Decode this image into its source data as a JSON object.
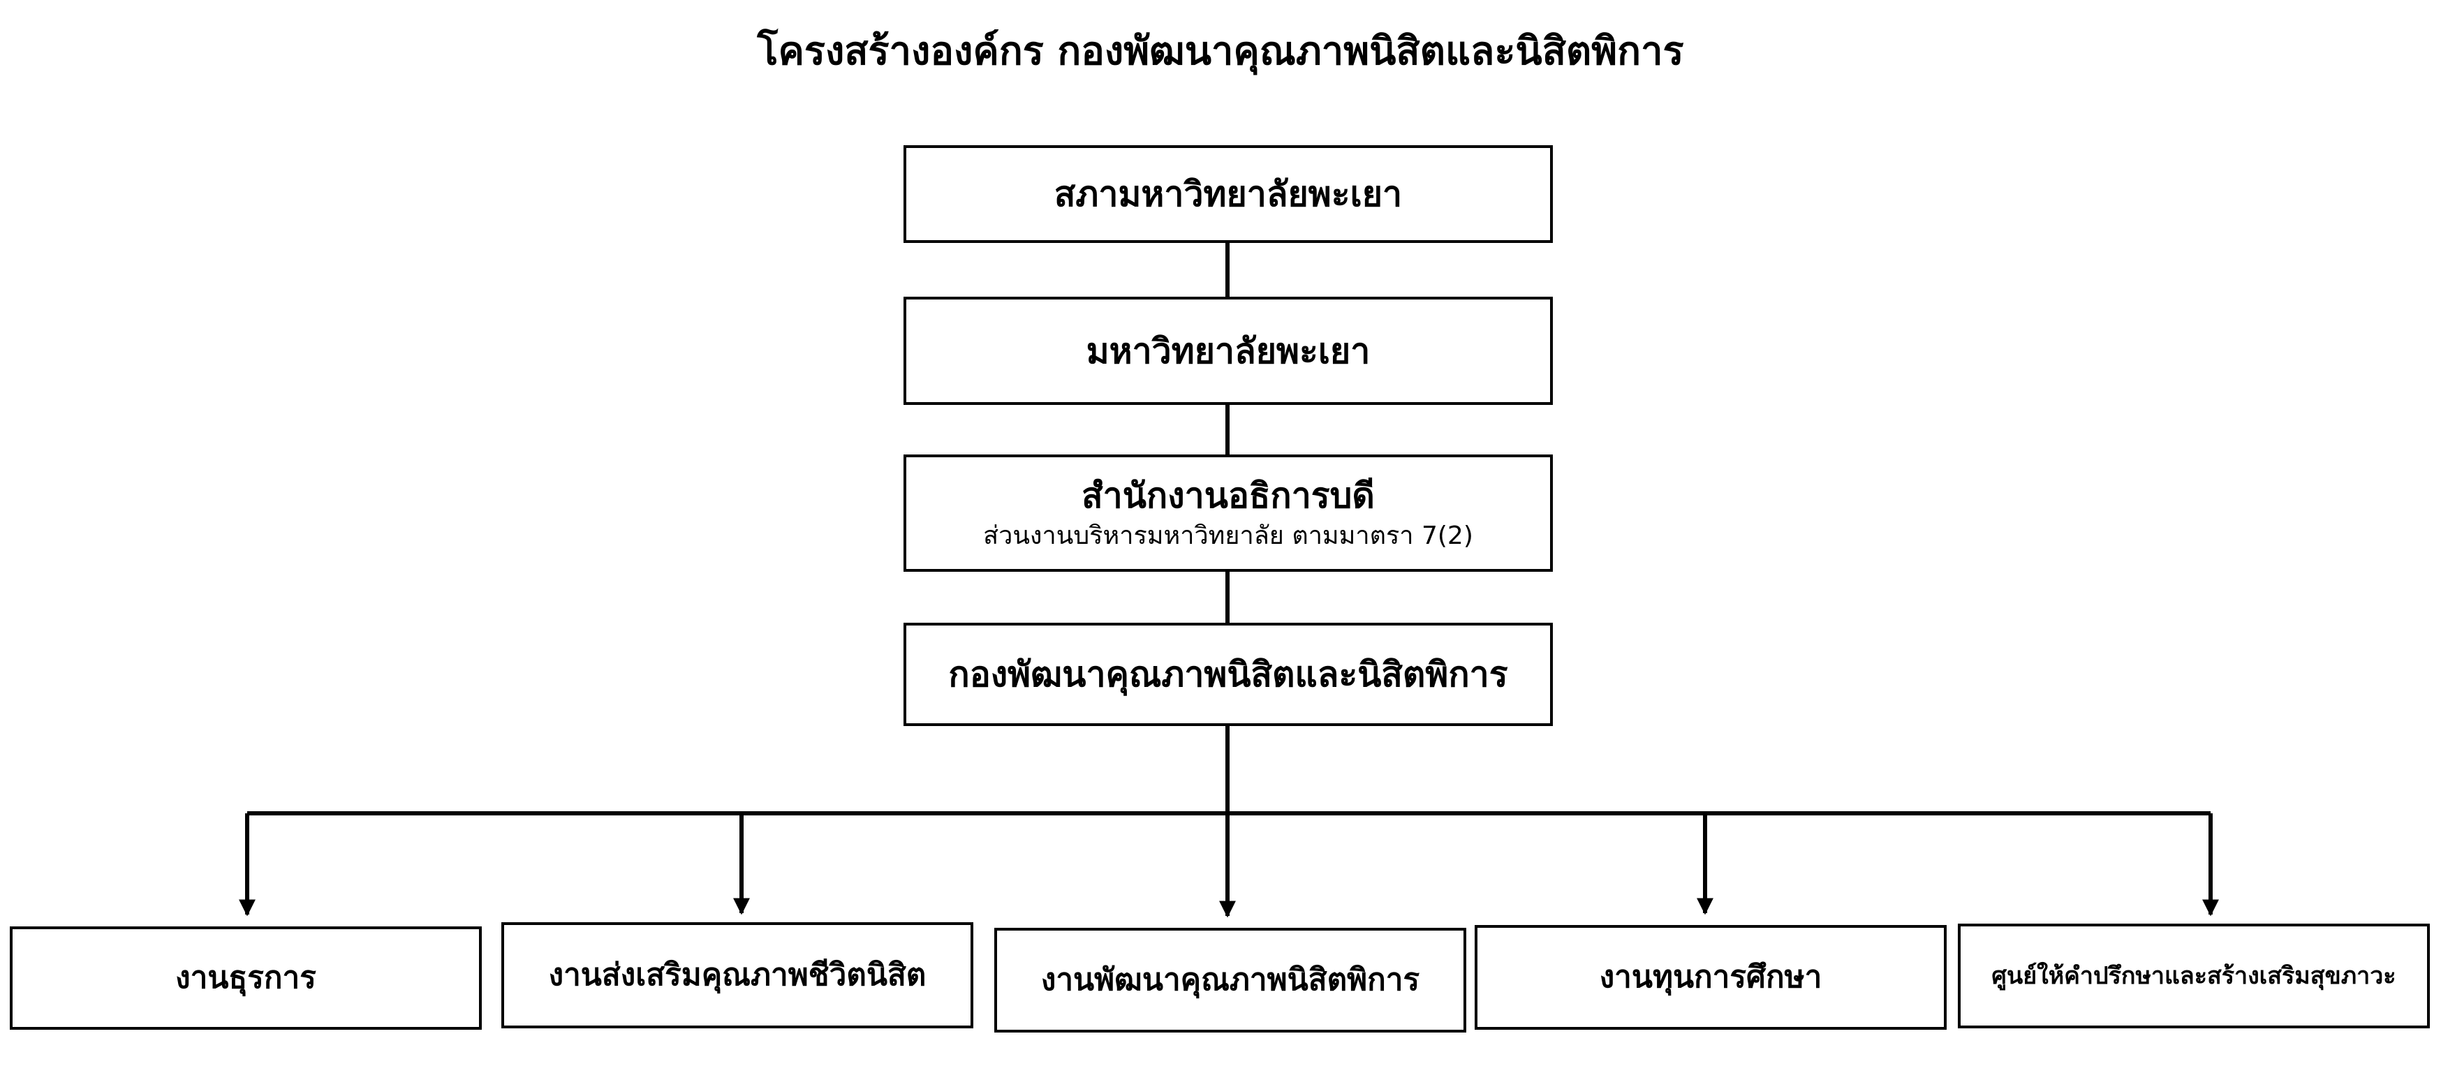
{
  "title": "โครงสร้างองค์กร กองพัฒนาคุณภาพนิสิตและนิสิตพิการ",
  "hierarchy": [
    {
      "label": "สภามหาวิทยาลัยพะเยา",
      "sub": ""
    },
    {
      "label": "มหาวิทยาลัยพะเยา",
      "sub": ""
    },
    {
      "label": "สำนักงานอธิการบดี",
      "sub": "ส่วนงานบริหารมหาวิทยาลัย ตามมาตรา 7(2)"
    },
    {
      "label": "กองพัฒนาคุณภาพนิสิตและนิสิตพิการ",
      "sub": ""
    }
  ],
  "units": [
    {
      "label": "งานธุรการ"
    },
    {
      "label": "งานส่งเสริมคุณภาพชีวิตนิสิต"
    },
    {
      "label": "งานพัฒนาคุณภาพนิสิตพิการ"
    },
    {
      "label": "งานทุนการศึกษา"
    },
    {
      "label": "ศูนย์ให้คำปรึกษาและสร้างเสริมสุขภาวะ"
    }
  ],
  "colors": {
    "line": "#000000",
    "box_border": "#000000",
    "background": "#ffffff"
  }
}
